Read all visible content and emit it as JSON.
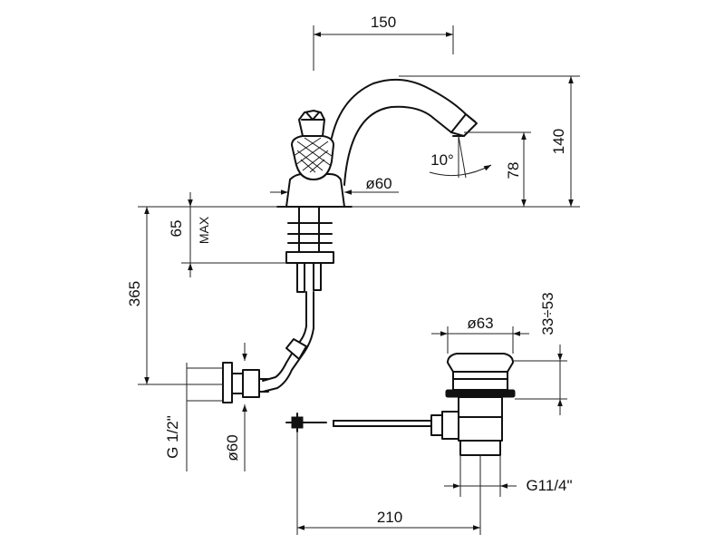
{
  "dimensions": {
    "spout_reach": "150",
    "total_height": "140",
    "spout_height": "78",
    "spout_angle": "10°",
    "base_diameter": "ø60",
    "deck_thickness": "65",
    "deck_max": "MAX",
    "tail_length": "365",
    "waste_diameter": "ø63",
    "waste_range": "33÷53",
    "inlet_thread": "G 1/2\"",
    "inlet_diameter": "ø60",
    "waste_thread": "G11/4\"",
    "rod_length": "210"
  }
}
